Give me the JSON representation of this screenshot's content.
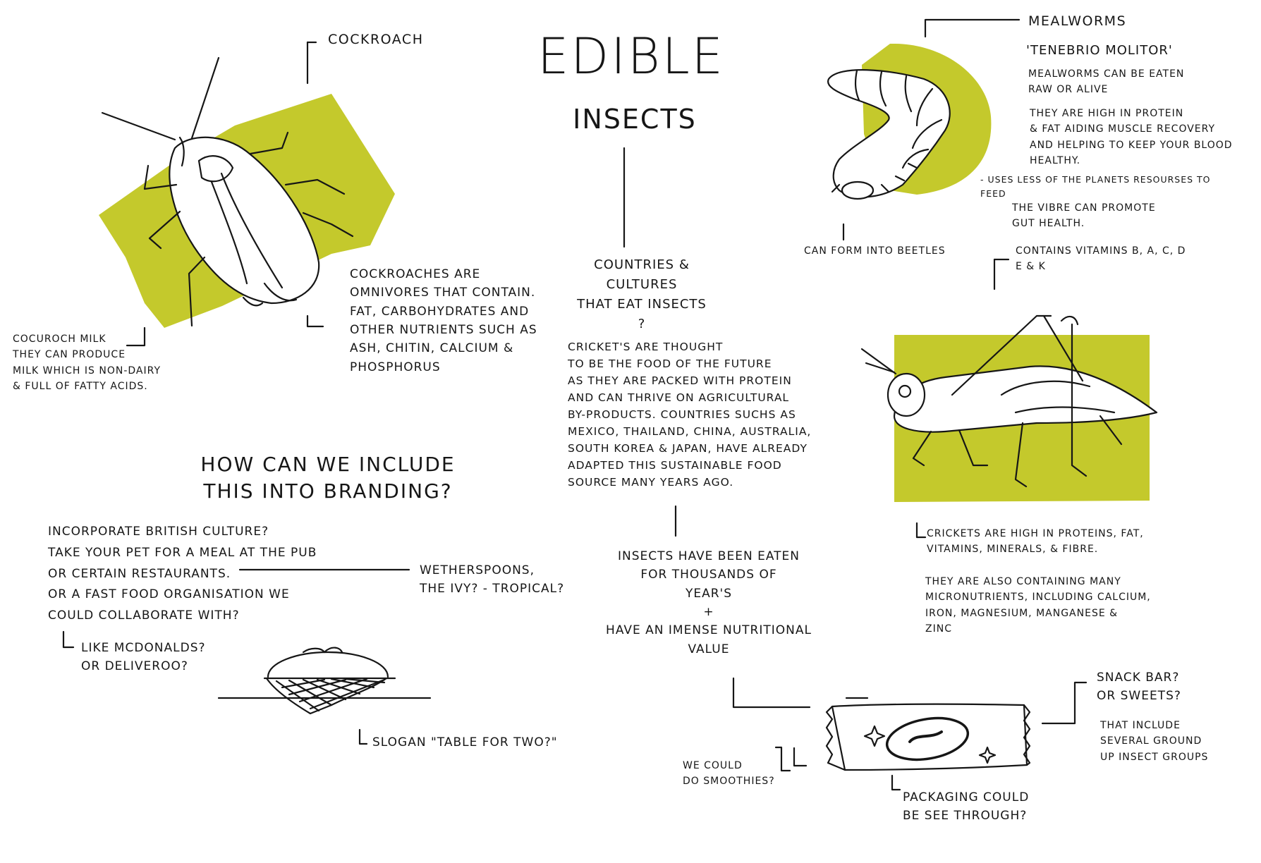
{
  "colors": {
    "accent": "#c4c92c",
    "ink": "#161616",
    "paper": "#ffffff"
  },
  "title": "EDIBLE",
  "subtitle": "INSECTS",
  "cockroach": {
    "label": "COCKROACH",
    "facts": "COCKROACHES ARE\nOMNIVORES THAT CONTAIN.\nFAT, CARBOHYDRATES AND\nOTHER NUTRIENTS SUCH AS\nASH, CHITIN, CALCIUM &\nPHOSPHORUS",
    "milk": "COCUROCH MILK\nTHEY CAN PRODUCE\nMILK WHICH IS NON-DAIRY\n& FULL OF FATTY ACIDS."
  },
  "mealworms": {
    "label": "MEALWORMS",
    "latin": "'TENEBRIO MOLITOR'",
    "fact1": "MEALWORMS CAN BE EATEN\nRAW OR ALIVE",
    "fact2": "THEY ARE HIGH IN PROTEIN\n& FAT AIDING MUSCLE RECOVERY\nAND HELPING TO KEEP YOUR BLOOD\nHEALTHY.",
    "fact3": "- USES LESS OF THE PLANETS RESOURSES TO\n  FEED",
    "fact4": "THE VIBRE CAN PROMOTE\nGUT HEALTH.",
    "beetles": "CAN FORM INTO BEETLES",
    "vitamins": "CONTAINS VITAMINS B, A, C, D\nE & K"
  },
  "center": {
    "countries_heading": "COUNTRIES & CULTURES\nTHAT EAT INSECTS\n?",
    "crickets_future": "CRICKET'S ARE THOUGHT\nTO BE THE FOOD OF THE FUTURE\nAS THEY ARE PACKED WITH PROTEIN\nAND CAN THRIVE ON AGRICULTURAL\nBY-PRODUCTS. COUNTRIES SUCHS AS\nMEXICO, THAILAND, CHINA, AUSTRALIA,\nSOUTH KOREA & JAPAN, HAVE ALREADY\nADAPTED THIS SUSTAINABLE FOOD\nSOURCE MANY YEARS AGO.",
    "history": "INSECTS HAVE BEEN EATEN\nFOR THOUSANDS OF\nYEAR'S\n+\nHAVE AN IMENSE NUTRITIONAL\nVALUE"
  },
  "crickets": {
    "fact1": "CRICKETS ARE HIGH IN PROTEINS, FAT,\nVITAMINS, MINERALS, & FIBRE.",
    "fact2": "THEY ARE ALSO CONTAINING MANY\nMICRONUTRIENTS, INCLUDING CALCIUM,\nIRON, MAGNESIUM, MANGANESE &\nZINC"
  },
  "branding": {
    "question": "HOW CAN WE INCLUDE\nTHIS INTO BRANDING?",
    "ideas": "INCORPORATE BRITISH CULTURE?\nTAKE YOUR PET FOR A MEAL AT THE PUB\nOR CERTAIN RESTAURANTS.\nOR A FAST FOOD ORGANISATION WE\nCOULD COLLABORATE WITH?",
    "restaurants": "WETHERSPOONS,\nTHE IVY? - TROPICAL?",
    "fast_food": "LIKE MCDONALDS?\nOR DELIVEROO?",
    "slogan": "SLOGAN \"TABLE FOR TWO?\""
  },
  "products": {
    "snack": "SNACK BAR?\nOR SWEETS?",
    "snack_detail": "THAT INCLUDE\nSEVERAL GROUND\nUP INSECT GROUPS",
    "smoothies": "WE COULD\nDO SMOOTHIES?",
    "packaging": "PACKAGING COULD\nBE SEE THROUGH?"
  }
}
